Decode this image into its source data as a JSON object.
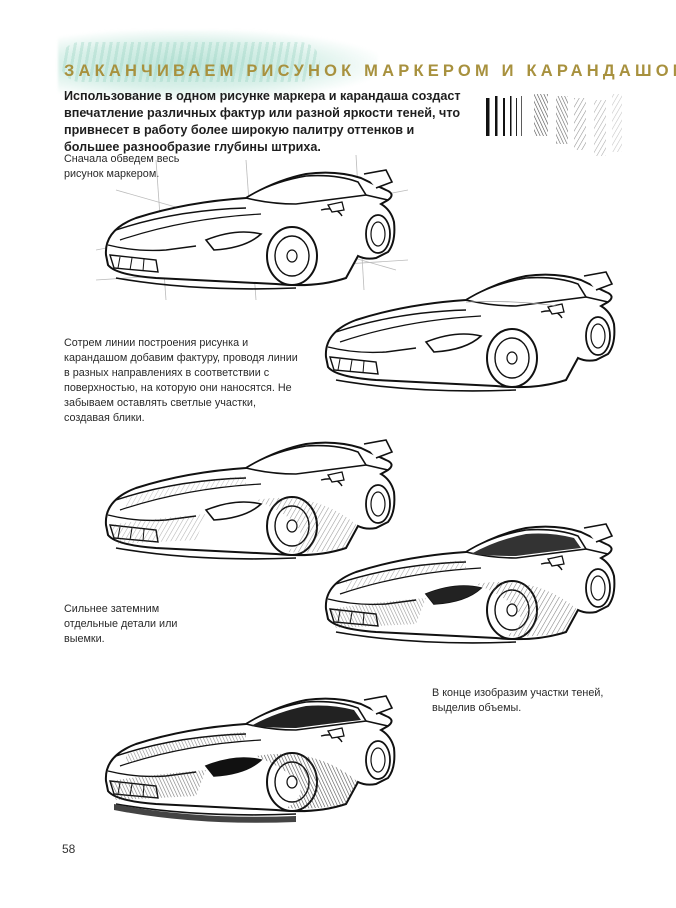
{
  "heading": "ЗАКАНЧИВАЕМ РИСУНОК МАРКЕРОМ И КАРАНДАШОМ",
  "intro": "Использование в одном рисунке маркера и карандаша создаст впечатление различных фактур или разной яркости теней, что привнесет в работу более широкую палитру оттенков и большее разнообразие глубины штриха.",
  "captions": {
    "step1": "Сначала обведем весь рисунок маркером.",
    "step2": "Сотрем линии построения рисунка и карандашом добавим фактуру, проводя линии в разных направлениях в соответствии с поверхностью, на которую они наносятся. Не забываем оставлять светлые участки, создавая блики.",
    "step3": "Сильнее затемним отдельные детали или выемки.",
    "step4": "В конце изобразим участки теней, выделив объемы."
  },
  "page_number": "58",
  "colors": {
    "heading": "#a8913e",
    "brush": "#a8dccd"
  },
  "illustrations": [
    "car-sketch-outline",
    "car-sketch-marker",
    "car-sketch-texture",
    "car-sketch-darkened",
    "car-sketch-final-shadows"
  ]
}
